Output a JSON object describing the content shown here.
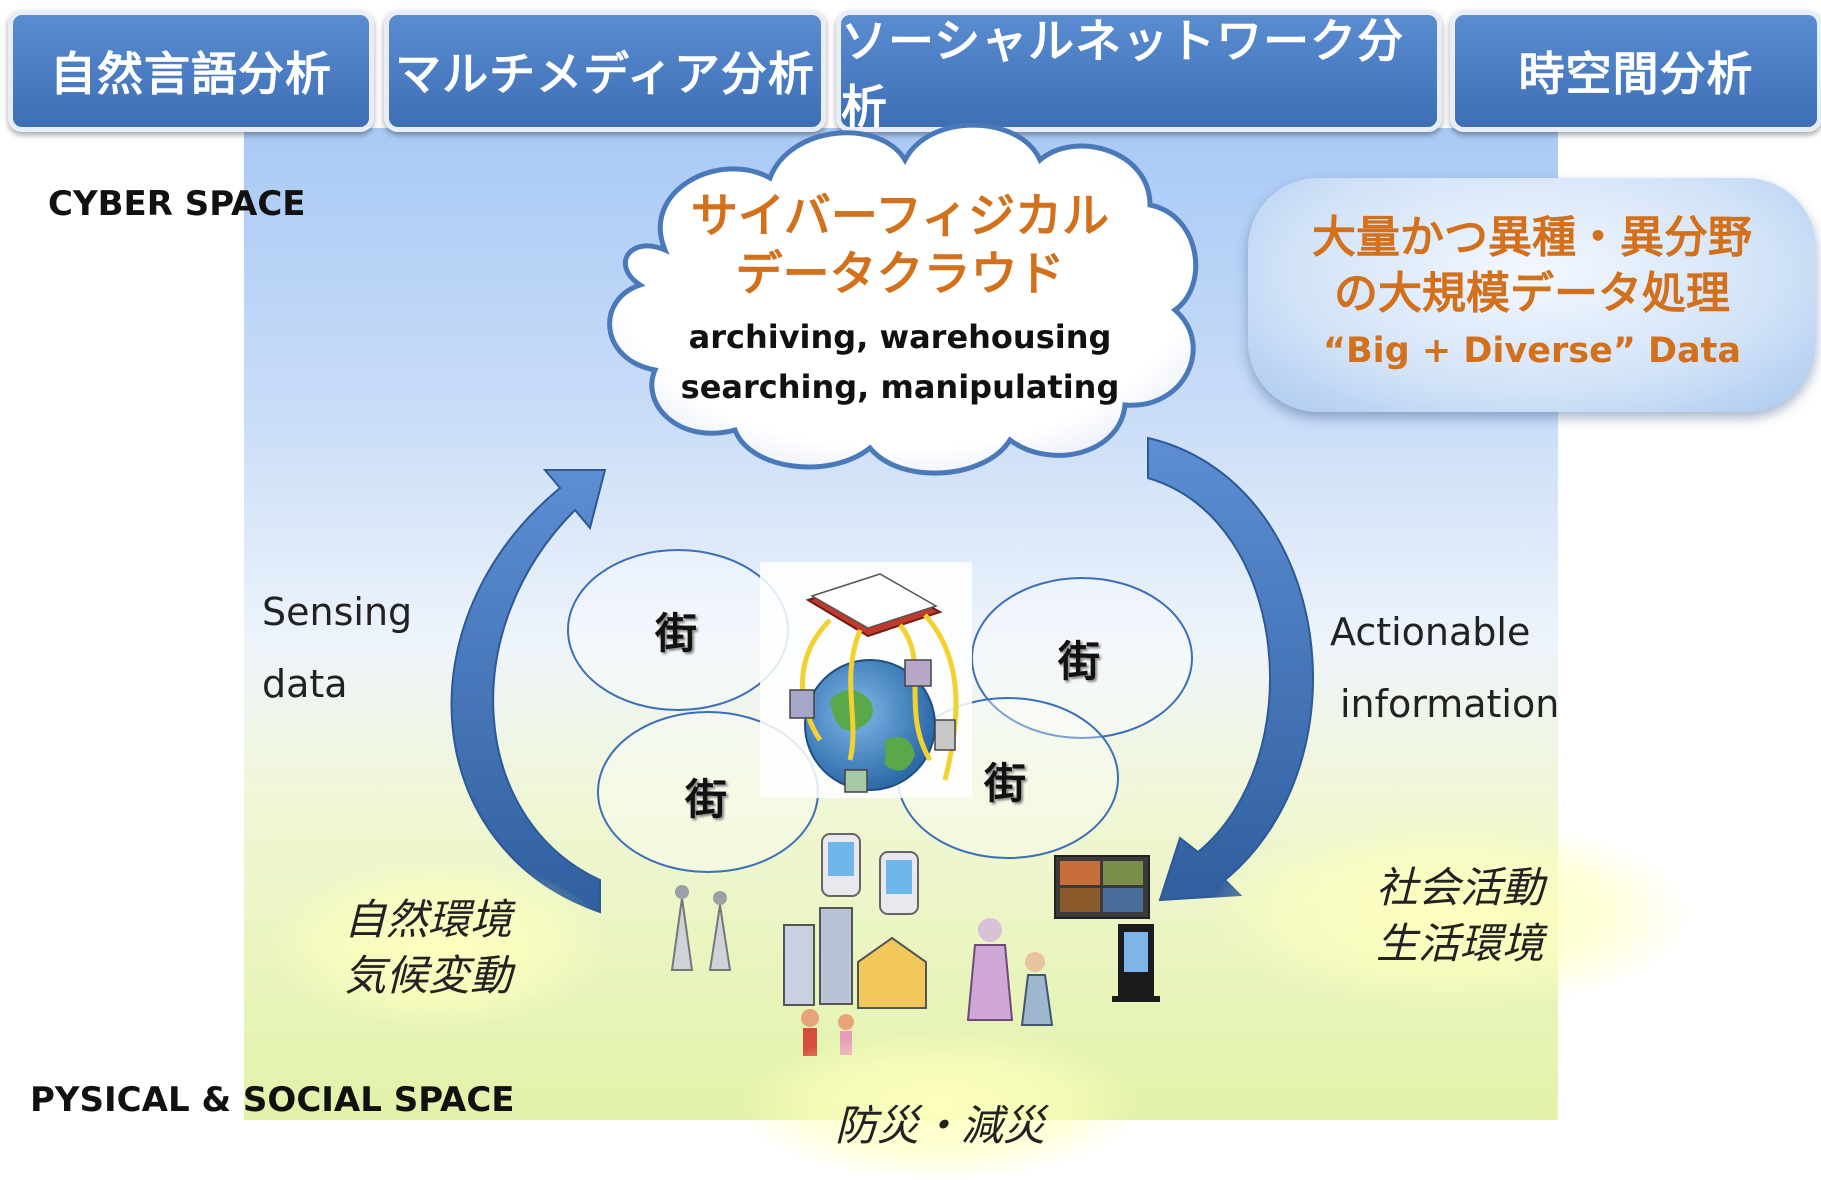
{
  "tabs": [
    {
      "label": "自然言語分析"
    },
    {
      "label": "マルチメディア分析"
    },
    {
      "label": "ソーシャルネットワーク分析"
    },
    {
      "label": "時空間分析"
    }
  ],
  "spaces": {
    "cyber": "CYBER SPACE",
    "physical": "PYSICAL & SOCIAL SPACE"
  },
  "cloud": {
    "title_line1": "サイバーフィジカル",
    "title_line2": "データクラウド",
    "sub_line1": "archiving, warehousing",
    "sub_line2": "searching, manipulating"
  },
  "big_data": {
    "line1": "大量かつ異種・異分野",
    "line2": "の大規模データ処理",
    "line3": "“Big + Diverse” Data"
  },
  "flows": {
    "left_line1": "Sensing",
    "left_line2": "data",
    "right_line1": "Actionable",
    "right_line2": "information"
  },
  "towns": [
    "街",
    "街",
    "街",
    "街"
  ],
  "domains": {
    "nature_line1": "自然環境",
    "nature_line2": "気候変動",
    "social_line1": "社会活動",
    "social_line2": "生活環境",
    "disaster": "防災・減災"
  },
  "colors": {
    "tab_blue": "#4a7cc2",
    "accent_orange": "#d2701b",
    "arrow_blue": "#3b6fb6"
  }
}
